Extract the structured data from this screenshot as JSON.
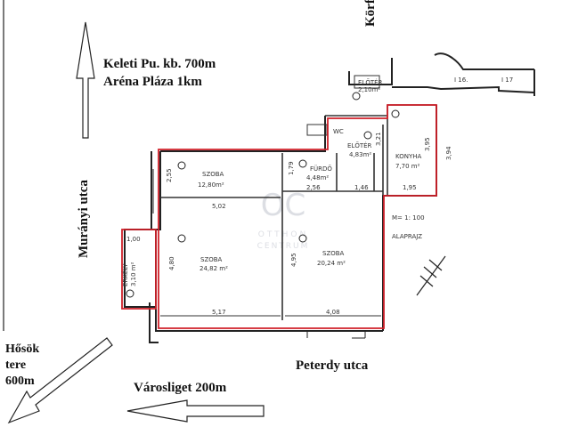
{
  "landmarks": {
    "keleti": "Keleti Pu. kb. 700m",
    "arena": "Aréna Pláza 1km",
    "korfolyoso": "Körfolyosó",
    "muranyi": "Murányi utca",
    "hosok_1": "Hősök",
    "hosok_2": "tere",
    "hosok_3": "600m",
    "varosliget": "Városliget 200m",
    "peterdy": "Peterdy utca"
  },
  "rooms": {
    "szoba1": {
      "name": "SZOBA",
      "area": "12,80m²"
    },
    "szoba2": {
      "name": "SZOBA",
      "area": "24,82 m²"
    },
    "szoba3": {
      "name": "SZOBA",
      "area": "20,24 m²"
    },
    "furdo": {
      "name": "FÜRDŐ",
      "area": "4,48m²"
    },
    "eloter": {
      "name": "ELŐTÉR",
      "area": "4,83m²"
    },
    "konyha": {
      "name": "KONYHA",
      "area": "7,70 m²"
    },
    "erkely": {
      "name": "ERKÉLY",
      "area": "3,10 m²"
    },
    "eloter2": {
      "name": "ELŐTÉR",
      "area": "2,10m²"
    },
    "wc": "WC"
  },
  "dimensions": {
    "d255": "2,55",
    "d502": "5,02",
    "d480": "4,80",
    "d517": "5,17",
    "d408": "4,08",
    "d256": "2,56",
    "d146": "1,46",
    "d195": "1,95",
    "d395": "3,95",
    "d179": "1,79",
    "d321": "3,21",
    "d495": "4,95",
    "d100": "1,00",
    "d394": "3,94"
  },
  "markers": {
    "m1": "I 16.",
    "m2": "I 17"
  },
  "scale": "M= 1: 100",
  "title": "ALAPRAJZ",
  "watermark": {
    "top": "OTTHON",
    "bottom": "CENTRUM",
    "logo": "OC"
  },
  "icons": [
    "arrow-up-icon",
    "arrow-down-left-icon",
    "arrow-left-icon",
    "north-arrow-icon"
  ]
}
